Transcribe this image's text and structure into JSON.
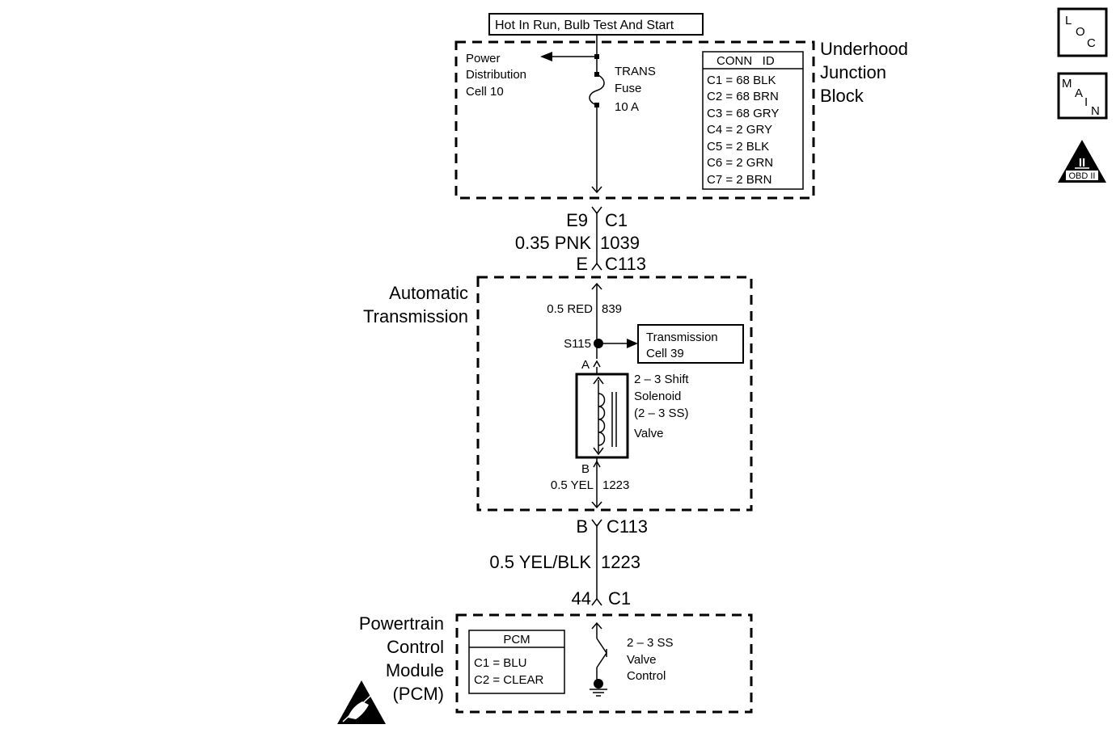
{
  "header": {
    "circuit_title": "Hot In Run, Bulb Test And Start"
  },
  "ujb": {
    "label_lines": [
      "Underhood",
      "Junction",
      "Block"
    ],
    "pdc_lines": [
      "Power",
      "Distribution",
      "Cell 10"
    ],
    "fuse_lines": [
      "TRANS",
      "Fuse",
      "10 A"
    ],
    "conn_id_title": "CONN   ID",
    "conn_rows": [
      "C1 = 68 BLK",
      "C2 = 68 BRN",
      "C3 = 68 GRY",
      "C4 = 2 GRY",
      "C5 = 2 BLK",
      "C6 = 2 GRN",
      "C7 = 2 BRN"
    ]
  },
  "wire1": {
    "top_pin": "E9",
    "top_conn": "C1",
    "gauge_color": "0.35 PNK",
    "circuit": "1039",
    "bottom_pin": "E",
    "bottom_conn": "C113"
  },
  "trans": {
    "label_lines": [
      "Automatic",
      "Transmission"
    ],
    "top_wire_gauge": "0.5 RED",
    "top_wire_circuit": "839",
    "splice": "S115",
    "cell_lines": [
      "Transmission",
      "Cell 39"
    ],
    "pin_a": "A",
    "solenoid_lines": [
      "2 – 3 Shift",
      "Solenoid",
      "(2 – 3 SS)",
      "Valve"
    ],
    "pin_b": "B",
    "bottom_wire_gauge": "0.5 YEL",
    "bottom_wire_circuit": "1223"
  },
  "wire2": {
    "top_pin": "B",
    "top_conn": "C113",
    "gauge_color": "0.5 YEL/BLK",
    "circuit": "1223",
    "bottom_pin": "44",
    "bottom_conn": "C1"
  },
  "pcm": {
    "label_lines": [
      "Powertrain",
      "Control",
      "Module",
      "(PCM)"
    ],
    "table_title": "PCM",
    "table_rows": [
      "C1 = BLU",
      "C2 = CLEAR"
    ],
    "control_lines": [
      "2 – 3 SS",
      "Valve",
      "Control"
    ]
  },
  "nav": {
    "loc": [
      "L",
      "O",
      "C"
    ],
    "main": [
      "M",
      "A",
      "I",
      "N"
    ],
    "obd": [
      "II",
      "OBD II"
    ]
  }
}
